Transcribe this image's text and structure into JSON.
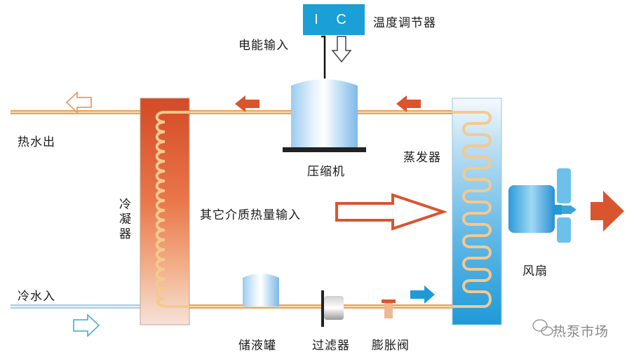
{
  "ic_box": {
    "label": "I C",
    "caption": "温度调节器"
  },
  "labels": {
    "power_input": "电能输入",
    "compressor": "压缩机",
    "hot_water_out": "热水出",
    "cold_water_in": "冷水入",
    "condenser": "冷凝器",
    "evaporator": "蒸发器",
    "heat_input": "其它介质热量输入",
    "fan": "风扇",
    "receiver": "储液罐",
    "filter": "过滤器",
    "expansion_valve": "膨胀阀"
  },
  "watermark": "热泵市场",
  "colors": {
    "ic_blue": "#1a9fd6",
    "pipe_orange": "#e9a35a",
    "flow_red": "#d9552e",
    "evaporator_blue": "#1e9ad8",
    "cold_water_blue": "#a9cde6"
  }
}
